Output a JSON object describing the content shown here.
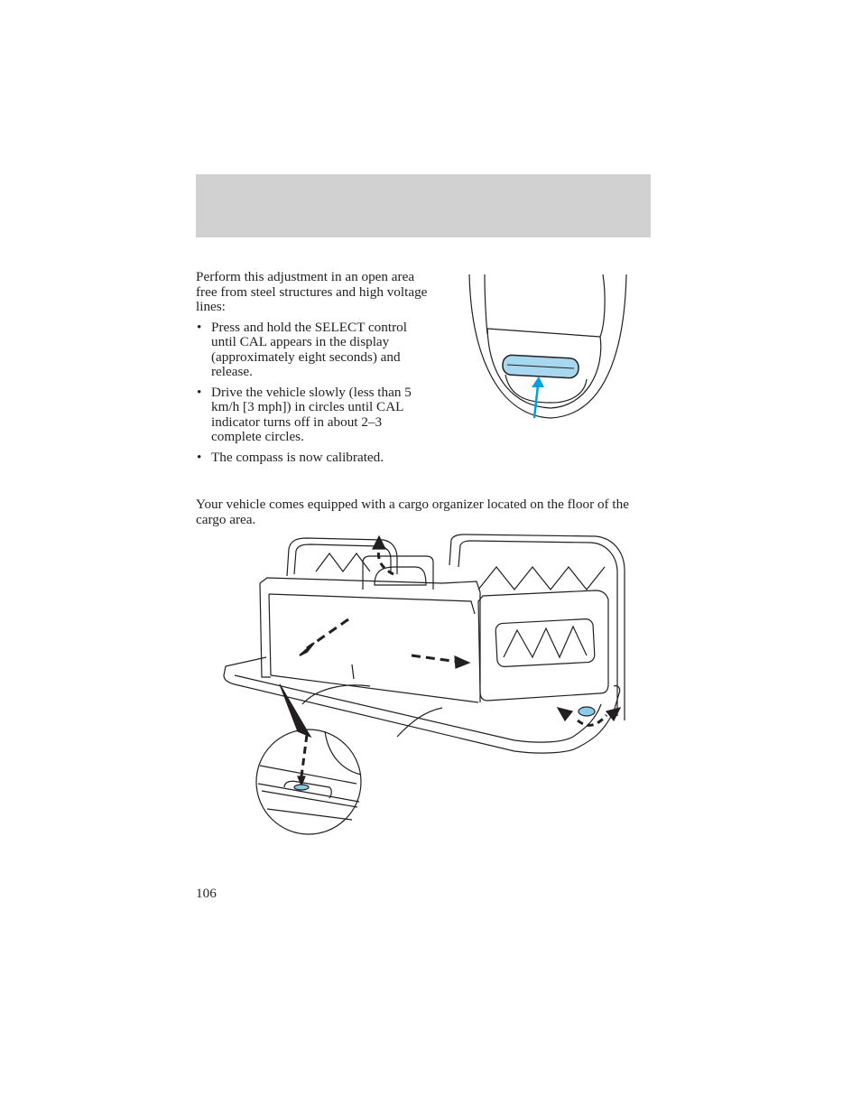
{
  "header": {
    "band_color": "#d1d1d1"
  },
  "calibration": {
    "intro": "Perform this adjustment in an open area free from steel structures and high voltage lines:",
    "bullet_glyph": "•",
    "steps": [
      "Press and hold the SELECT control until CAL appears in the display (approximately eight seconds) and release.",
      "Drive the vehicle slowly (less than 5 km/h [3 mph]) in circles until CAL indicator turns off in about 2–3 complete circles.",
      "The compass is now calibrated."
    ],
    "figure": {
      "name": "overhead-console-select-button",
      "button_color": "#a8d8f0",
      "arrow_color": "#00a0e0"
    }
  },
  "cargo": {
    "intro": "Your vehicle comes equipped with a cargo organizer located on the floor of the cargo area.",
    "figure": {
      "name": "cargo-organizer-illustration",
      "accent_color": "#8ccbe8"
    }
  },
  "footer": {
    "page_number": "106"
  }
}
